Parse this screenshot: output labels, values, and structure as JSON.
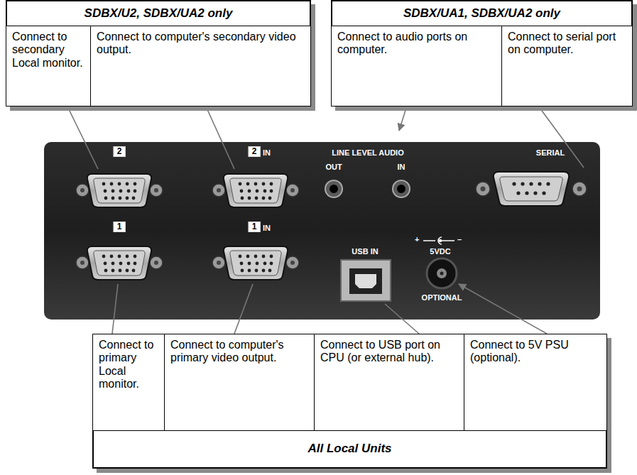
{
  "diagram": {
    "nodes": [
      {
        "text": [
          "SDBX/U2, SDBX/UA2 only"
        ]
      },
      {
        "text": [
          "Connect to secondary Local monitor."
        ],
        "in": 0
      },
      {
        "text": [
          "Connect to computer's secondary video output."
        ],
        "in": 0
      },
      {
        "text": [
          "SDBX/UA1, SDBX/UA2 only"
        ]
      },
      {
        "text": [
          "Connect to audio ports on computer."
        ],
        "in": 3
      },
      {
        "text": [
          "Connect to serial port on computer."
        ],
        "in": 3
      },
      {
        "text": [
          "All Local Units"
        ]
      },
      {
        "text": [
          "Connect to primary Local monitor."
        ],
        "in": 6
      },
      {
        "text": [
          "Connect to computer's primary video output."
        ],
        "in": 6
      },
      {
        "text": [
          "Connect to USB port on CPU (or external hub)."
        ],
        "in": 6
      },
      {
        "text": [
          "Connect to 5V PSU (optional)."
        ],
        "in": 6
      }
    ],
    "labels": [
      "2",
      "2",
      "IN",
      "LINE LEVEL AUDIO",
      "OUT",
      "IN",
      "SERIAL",
      "1",
      "1",
      "IN",
      "USB IN",
      "+",
      "5VDC",
      "–",
      "OPTIONAL"
    ]
  }
}
